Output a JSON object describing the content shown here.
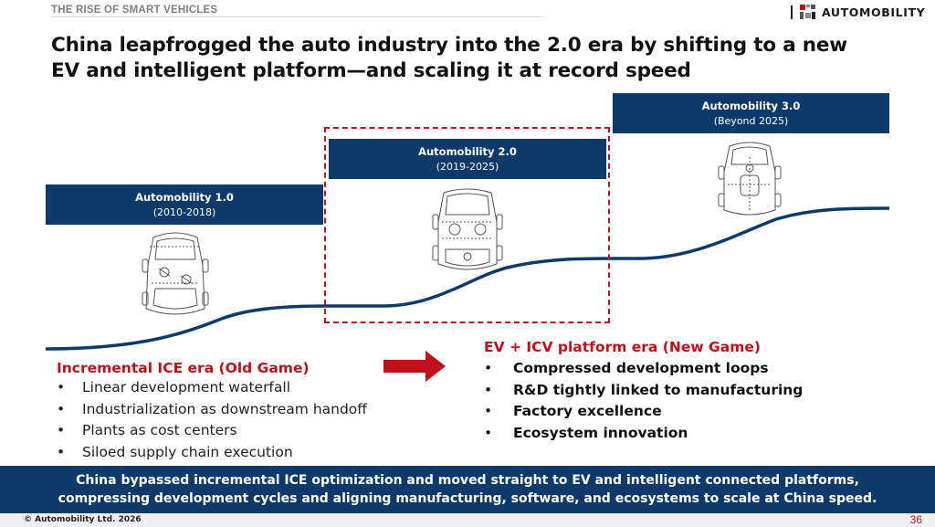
{
  "header": {
    "section_label": "THE RISE OF SMART VEHICLES",
    "brand_name": "AUTOMOBILITY"
  },
  "title": {
    "line1": "China leapfrogged the auto industry into the 2.0 era by shifting to a new",
    "line2": "EV and intelligent platform—and scaling it at record speed"
  },
  "eras": [
    {
      "name": "Automobility 1.0",
      "years": "(2010-2018)"
    },
    {
      "name": "Automobility 2.0",
      "years": "(2019-2025)"
    },
    {
      "name": "Automobility 3.0",
      "years": "(Beyond 2025)"
    }
  ],
  "old_game": {
    "heading": "Incremental ICE era (Old Game)",
    "bullets": [
      "Linear development waterfall",
      "Industrialization as downstream handoff",
      "Plants as cost centers",
      "Siloed supply chain execution"
    ]
  },
  "new_game": {
    "heading": "EV + ICV platform era (New Game)",
    "bullets": [
      "Compressed development loops",
      "R&D tightly linked to manufacturing",
      "Factory excellence",
      "Ecosystem innovation"
    ]
  },
  "banner": {
    "line1": "China bypassed incremental ICE optimization and moved straight to EV and intelligent connected platforms,",
    "line2": "compressing development cycles and aligning manufacturing, software, and ecosystems to scale at China speed."
  },
  "footer": {
    "copyright": "© Automobility Ltd. 2026",
    "page_number": "36"
  },
  "colors": {
    "navy": "#0e3a6b",
    "accent_red": "#c0101a"
  },
  "icons": [
    "automobility-logo-icon",
    "car-sketch-icon",
    "right-arrow-icon"
  ]
}
